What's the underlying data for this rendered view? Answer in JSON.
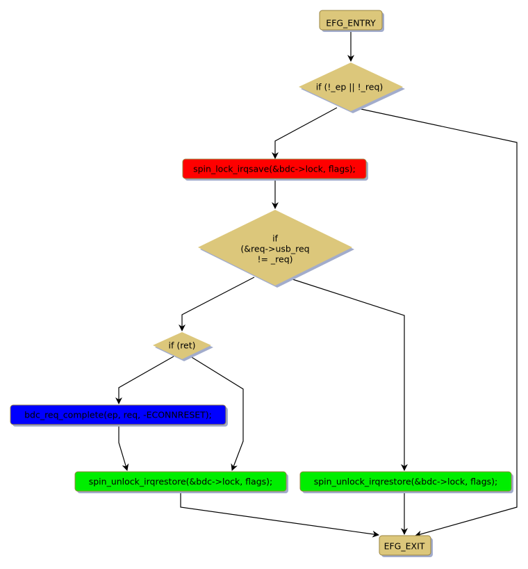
{
  "colors": {
    "terminal": "#dcc77b",
    "decision": "#dcc77b",
    "lock": "#ff0000",
    "complete": "#0000ff",
    "unlock": "#00ee00",
    "shadow": "#a2accc",
    "border": "#9a8440",
    "edge": "#000000"
  },
  "nodes": {
    "entry": {
      "label": "EFG_ENTRY"
    },
    "check_ep_req": {
      "label": "if (!_ep || !_req)"
    },
    "lock": {
      "label": "spin_lock_irqsave(&bdc->lock, flags);"
    },
    "check_usb_req": {
      "lines": [
        "if",
        "(&req->usb_req",
        "!= _req)"
      ]
    },
    "check_ret": {
      "label": "if (ret)"
    },
    "complete": {
      "label": "bdc_req_complete(ep, req, -ECONNRESET);"
    },
    "unlock_left": {
      "label": "spin_unlock_irqrestore(&bdc->lock, flags);"
    },
    "unlock_right": {
      "label": "spin_unlock_irqrestore(&bdc->lock, flags);"
    },
    "exit": {
      "label": "EFG_EXIT"
    }
  },
  "edges": [
    {
      "from": "entry",
      "to": "check_ep_req"
    },
    {
      "from": "check_ep_req",
      "to": "lock"
    },
    {
      "from": "check_ep_req",
      "to": "exit"
    },
    {
      "from": "lock",
      "to": "check_usb_req"
    },
    {
      "from": "check_usb_req",
      "to": "check_ret"
    },
    {
      "from": "check_usb_req",
      "to": "unlock_right"
    },
    {
      "from": "check_ret",
      "to": "complete"
    },
    {
      "from": "check_ret",
      "to": "unlock_left"
    },
    {
      "from": "complete",
      "to": "unlock_left"
    },
    {
      "from": "unlock_left",
      "to": "exit"
    },
    {
      "from": "unlock_right",
      "to": "exit"
    }
  ]
}
